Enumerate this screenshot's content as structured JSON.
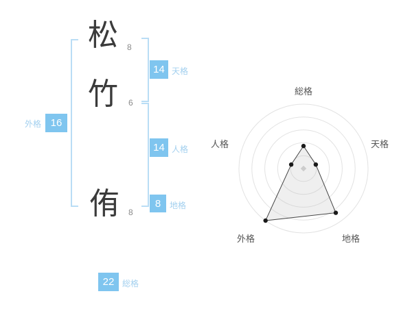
{
  "name": {
    "characters": [
      {
        "char": "松",
        "strokes": "8"
      },
      {
        "char": "竹",
        "strokes": "6"
      },
      {
        "char": "侑",
        "strokes": "8"
      }
    ]
  },
  "gokaku": {
    "gaikaku": {
      "label": "外格",
      "value": "16"
    },
    "tenkaku": {
      "label": "天格",
      "value": "14"
    },
    "jinkaku": {
      "label": "人格",
      "value": "14"
    },
    "chikaku": {
      "label": "地格",
      "value": "8"
    },
    "soukaku": {
      "label": "総格",
      "value": "22"
    }
  },
  "colors": {
    "box_blue": "#7fc5ef",
    "label_blue": "#a3d0ef",
    "bracket_blue": "#b9ddf5",
    "ring_gray": "#e2e2e2",
    "polygon_stroke": "#444444",
    "polygon_fill": "rgba(190,190,190,0.25)",
    "dot_black": "#1a1a1a",
    "center_diamond": "#cccccc"
  },
  "chart_data": {
    "type": "radar",
    "title": "",
    "categories": [
      "総格",
      "天格",
      "地格",
      "外格",
      "人格"
    ],
    "values": [
      35,
      20,
      85,
      100,
      20
    ],
    "max": 100,
    "rings": 5,
    "grid": "concentric-circles",
    "legend": "none"
  }
}
